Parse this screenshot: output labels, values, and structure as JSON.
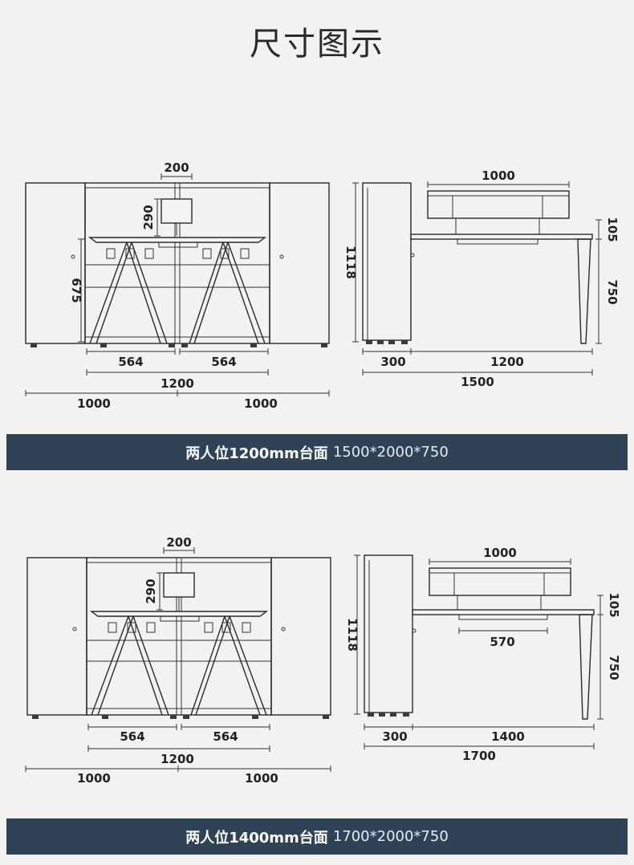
{
  "page": {
    "title": "尺寸图示"
  },
  "variants": [
    {
      "banner_main": "两人位1200mm台面",
      "banner_sub": "1500*2000*750",
      "front_dims": {
        "screen_width": "200",
        "screen_height": "290",
        "desk_height": "675",
        "seat_left": "564",
        "seat_right": "564",
        "desk_total": "1200",
        "cabinet_left": "1000",
        "cabinet_right": "1000"
      },
      "side_dims": {
        "shelf_width": "1000",
        "top_offset": "105",
        "total_height": "1118",
        "leg_height": "750",
        "cabinet_depth": "300",
        "desk_depth": "1200",
        "total_depth": "1500",
        "drawer_width": ""
      }
    },
    {
      "banner_main": "两人位1400mm台面",
      "banner_sub": "1700*2000*750",
      "front_dims": {
        "screen_width": "200",
        "screen_height": "290",
        "desk_height": "",
        "seat_left": "564",
        "seat_right": "564",
        "desk_total": "1200",
        "cabinet_left": "1000",
        "cabinet_right": "1000"
      },
      "side_dims": {
        "shelf_width": "1000",
        "top_offset": "105",
        "total_height": "1118",
        "leg_height": "750",
        "cabinet_depth": "300",
        "desk_depth": "1400",
        "total_depth": "1700",
        "drawer_width": "570"
      }
    }
  ]
}
